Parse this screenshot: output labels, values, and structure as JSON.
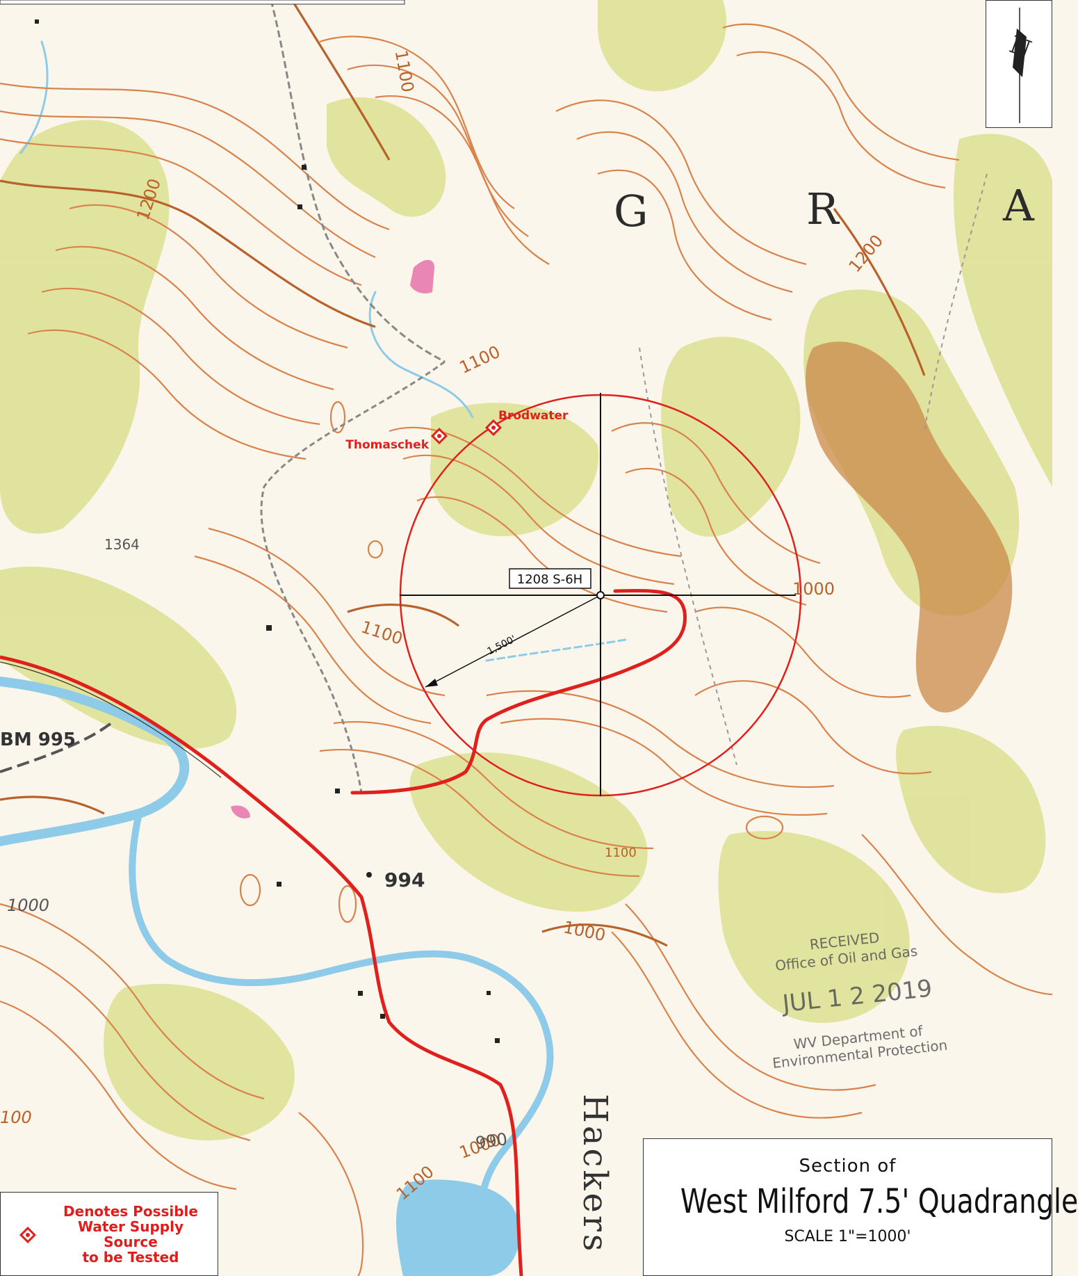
{
  "map": {
    "area_letters": [
      "G",
      "R",
      "A"
    ],
    "well_label": "1208 S-6H",
    "radius_label": "1,500'",
    "water_sources": [
      {
        "name": "Thomaschek"
      },
      {
        "name": "Brodwater"
      }
    ],
    "contour_labels": [
      "1100",
      "1200",
      "1200",
      "1100",
      "1364",
      "1100",
      "1000",
      "1000",
      "1000",
      "1100",
      "1000",
      "990",
      "1100",
      "100"
    ],
    "spot_elevations": [
      "BM 995",
      "994"
    ],
    "place_name": "Hackers",
    "stamp": {
      "line1": "RECEIVED",
      "line2": "Office of Oil and Gas",
      "date": "JUL 1 2 2019",
      "line3": "WV Department of",
      "line4": "Environmental Protection"
    },
    "colors": {
      "vegetation": "#dfe39a",
      "contour": "#d9824a",
      "water": "#8ecbe8",
      "route": "#e0201c",
      "paper": "#fbf6ec"
    }
  },
  "title_block": {
    "line1": "Section of",
    "line2": "West Milford 7.5' Quadrangle",
    "line3": "SCALE 1\"=1000'"
  },
  "legend": {
    "icon": "red-diamond-icon",
    "text": "Denotes Possible\nWater Supply Source\nto be Tested"
  },
  "north_arrow": {
    "label": "N"
  }
}
